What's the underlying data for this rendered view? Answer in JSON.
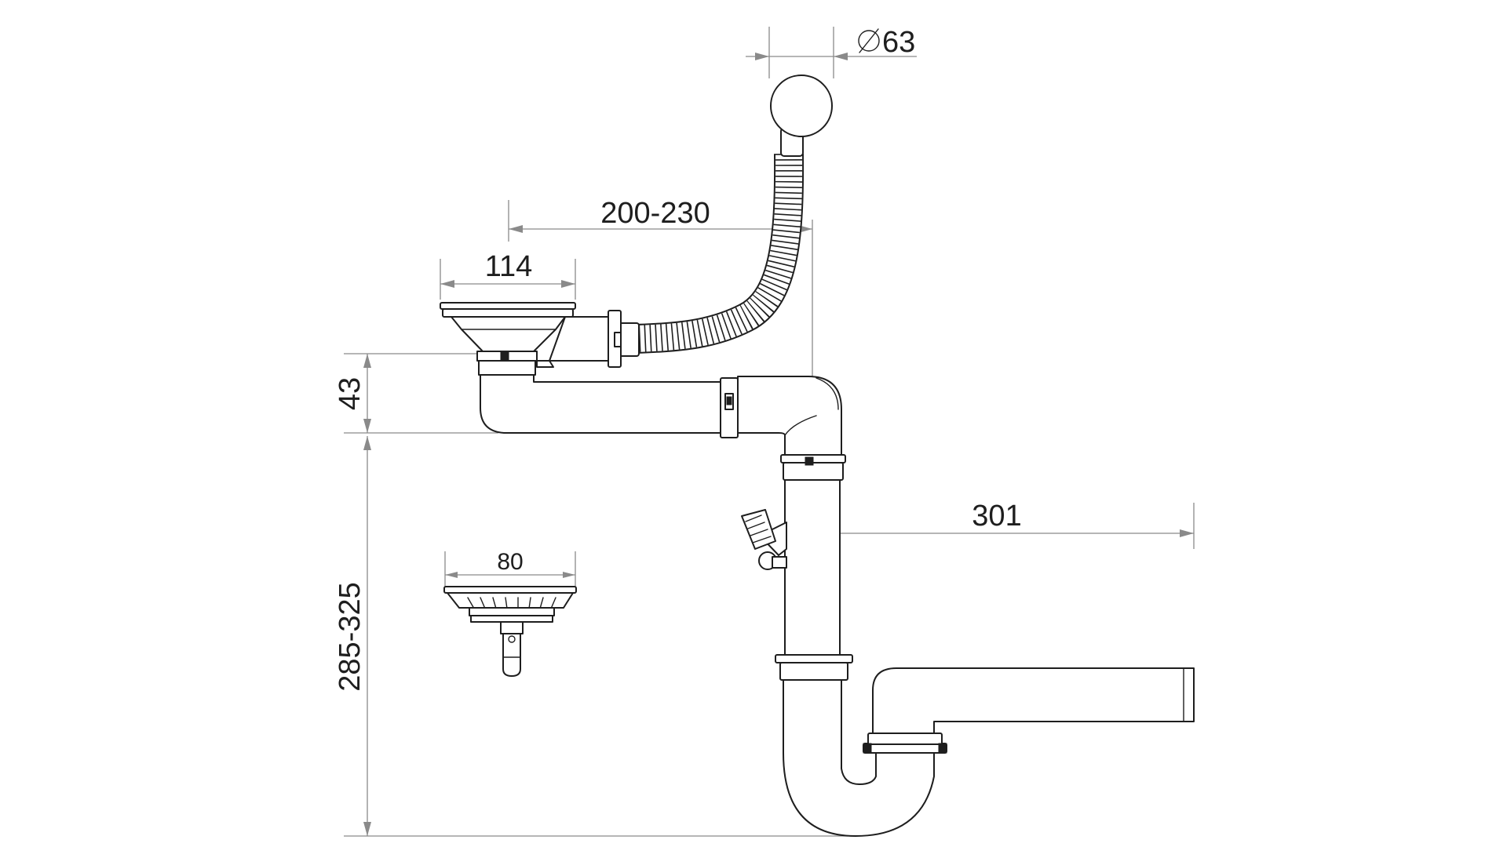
{
  "diagram": {
    "dimensions": {
      "ball_diameter": "63",
      "hose_length": "200-230",
      "bowl_width": "114",
      "outlet_height": "43",
      "trap_height": "285-325",
      "strainer_width": "80",
      "outlet_length": "301"
    },
    "colors": {
      "line": "#1e1e1e",
      "dimension": "#8a8a8a",
      "background": "#ffffff"
    }
  }
}
